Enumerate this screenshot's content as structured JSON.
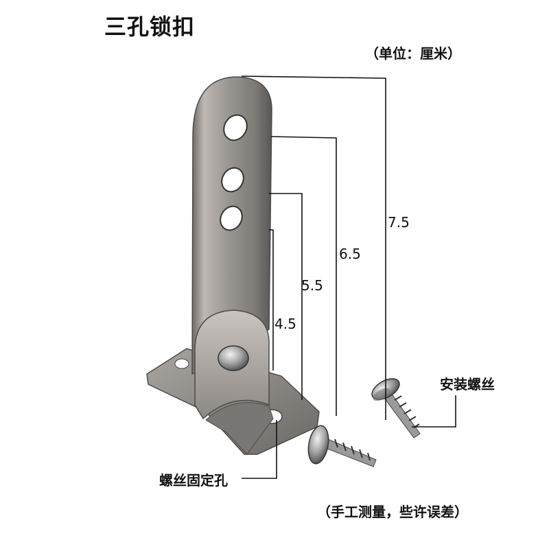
{
  "title": "三孔锁扣",
  "unit_note": "（单位：厘米）",
  "measure_note": "（手工测量，些许误差）",
  "labels": {
    "screws": "安装螺丝",
    "mount_hole": "螺丝固定孔"
  },
  "dimensions": {
    "d1": "7.5",
    "d2": "6.5",
    "d3": "5.5",
    "d4": "4.5"
  }
}
